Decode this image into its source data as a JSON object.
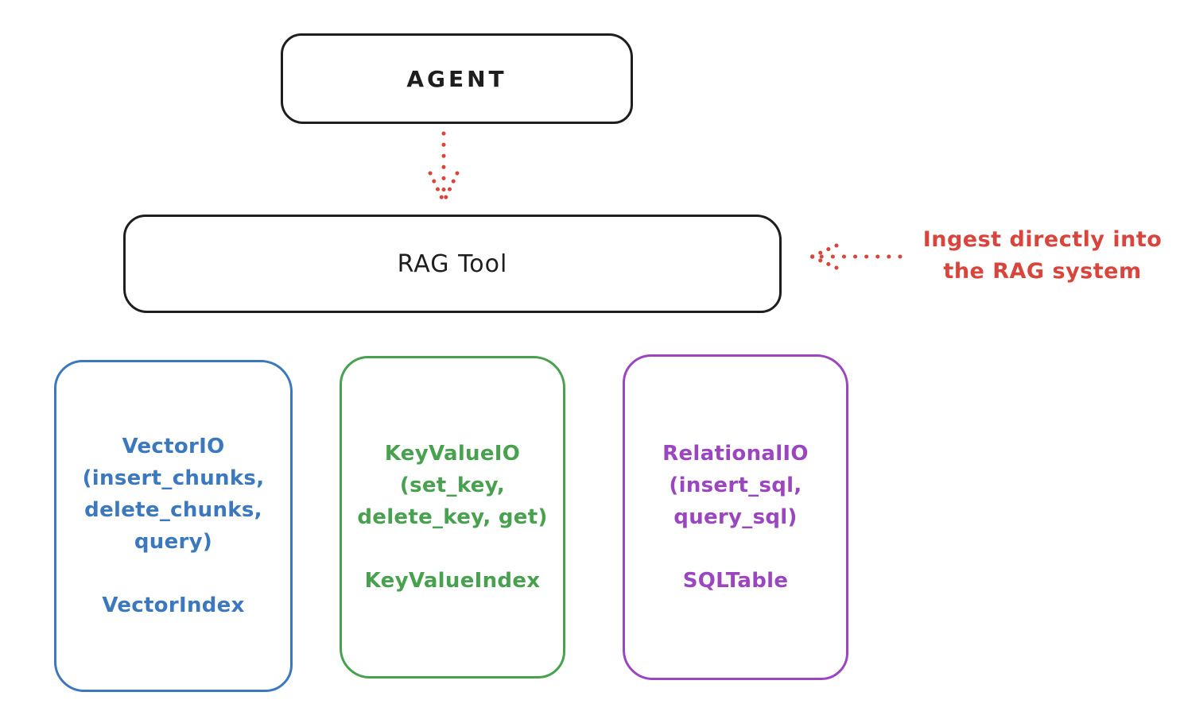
{
  "diagram": {
    "agent_box": {
      "label": "AGENT"
    },
    "rag_tool_box": {
      "label": "RAG Tool"
    },
    "ingest_annotation": {
      "text": "Ingest directly into\nthe RAG system"
    },
    "backend_boxes": [
      {
        "title": "VectorIO",
        "methods": "(insert_chunks,\ndelete_chunks,\nquery)",
        "index": "VectorIndex",
        "color": "#3b78bd"
      },
      {
        "title": "KeyValueIO",
        "methods": "(set_key,\ndelete_key, get)",
        "index": "KeyValueIndex",
        "color": "#47a14e"
      },
      {
        "title": "RelationalIO",
        "methods": "(insert_sql,\nquery_sql)",
        "index": "SQLTable",
        "color": "#9c45c1"
      }
    ],
    "colors": {
      "stroke": "#1e1e1e",
      "arrow_red": "#d9443c",
      "vector_blue": "#3b78bd",
      "keyvalue_green": "#47a14e",
      "relational_purple": "#9c45c1",
      "background": "#ffffff"
    }
  }
}
